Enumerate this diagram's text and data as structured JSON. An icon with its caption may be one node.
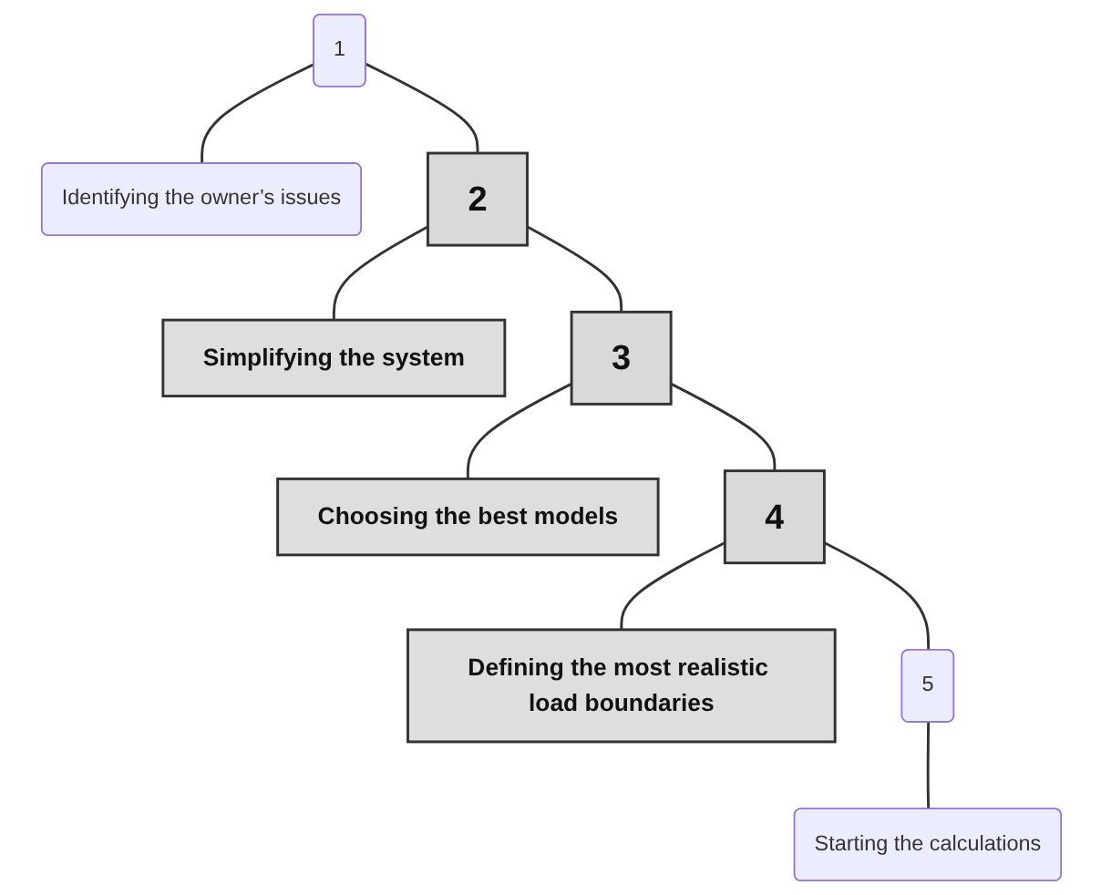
{
  "diagram": {
    "nodes": [
      {
        "text": [
          "1"
        ]
      },
      {
        "text": [
          "Identifying the owner’s issues"
        ]
      },
      {
        "text": [
          "2"
        ]
      },
      {
        "text": [
          "Simplifying the system"
        ]
      },
      {
        "text": [
          "3"
        ]
      },
      {
        "text": [
          "Choosing the best models"
        ]
      },
      {
        "text": [
          "4"
        ]
      },
      {
        "text": [
          "Defining the most realistic load boundaries"
        ]
      },
      {
        "text": [
          "5"
        ]
      },
      {
        "text": [
          "Starting the calculations"
        ]
      }
    ],
    "edges": [
      {
        "from": 0,
        "to": 1,
        "arrow": "none"
      },
      {
        "from": 0,
        "to": 2,
        "arrow": "none"
      },
      {
        "from": 2,
        "to": 3,
        "arrow": "none"
      },
      {
        "from": 2,
        "to": 4,
        "arrow": "none"
      },
      {
        "from": 4,
        "to": 5,
        "arrow": "none"
      },
      {
        "from": 4,
        "to": 6,
        "arrow": "none"
      },
      {
        "from": 6,
        "to": 7,
        "arrow": "none"
      },
      {
        "from": 6,
        "to": 8,
        "arrow": "none"
      },
      {
        "from": 8,
        "to": 9,
        "arrow": "none"
      }
    ]
  }
}
